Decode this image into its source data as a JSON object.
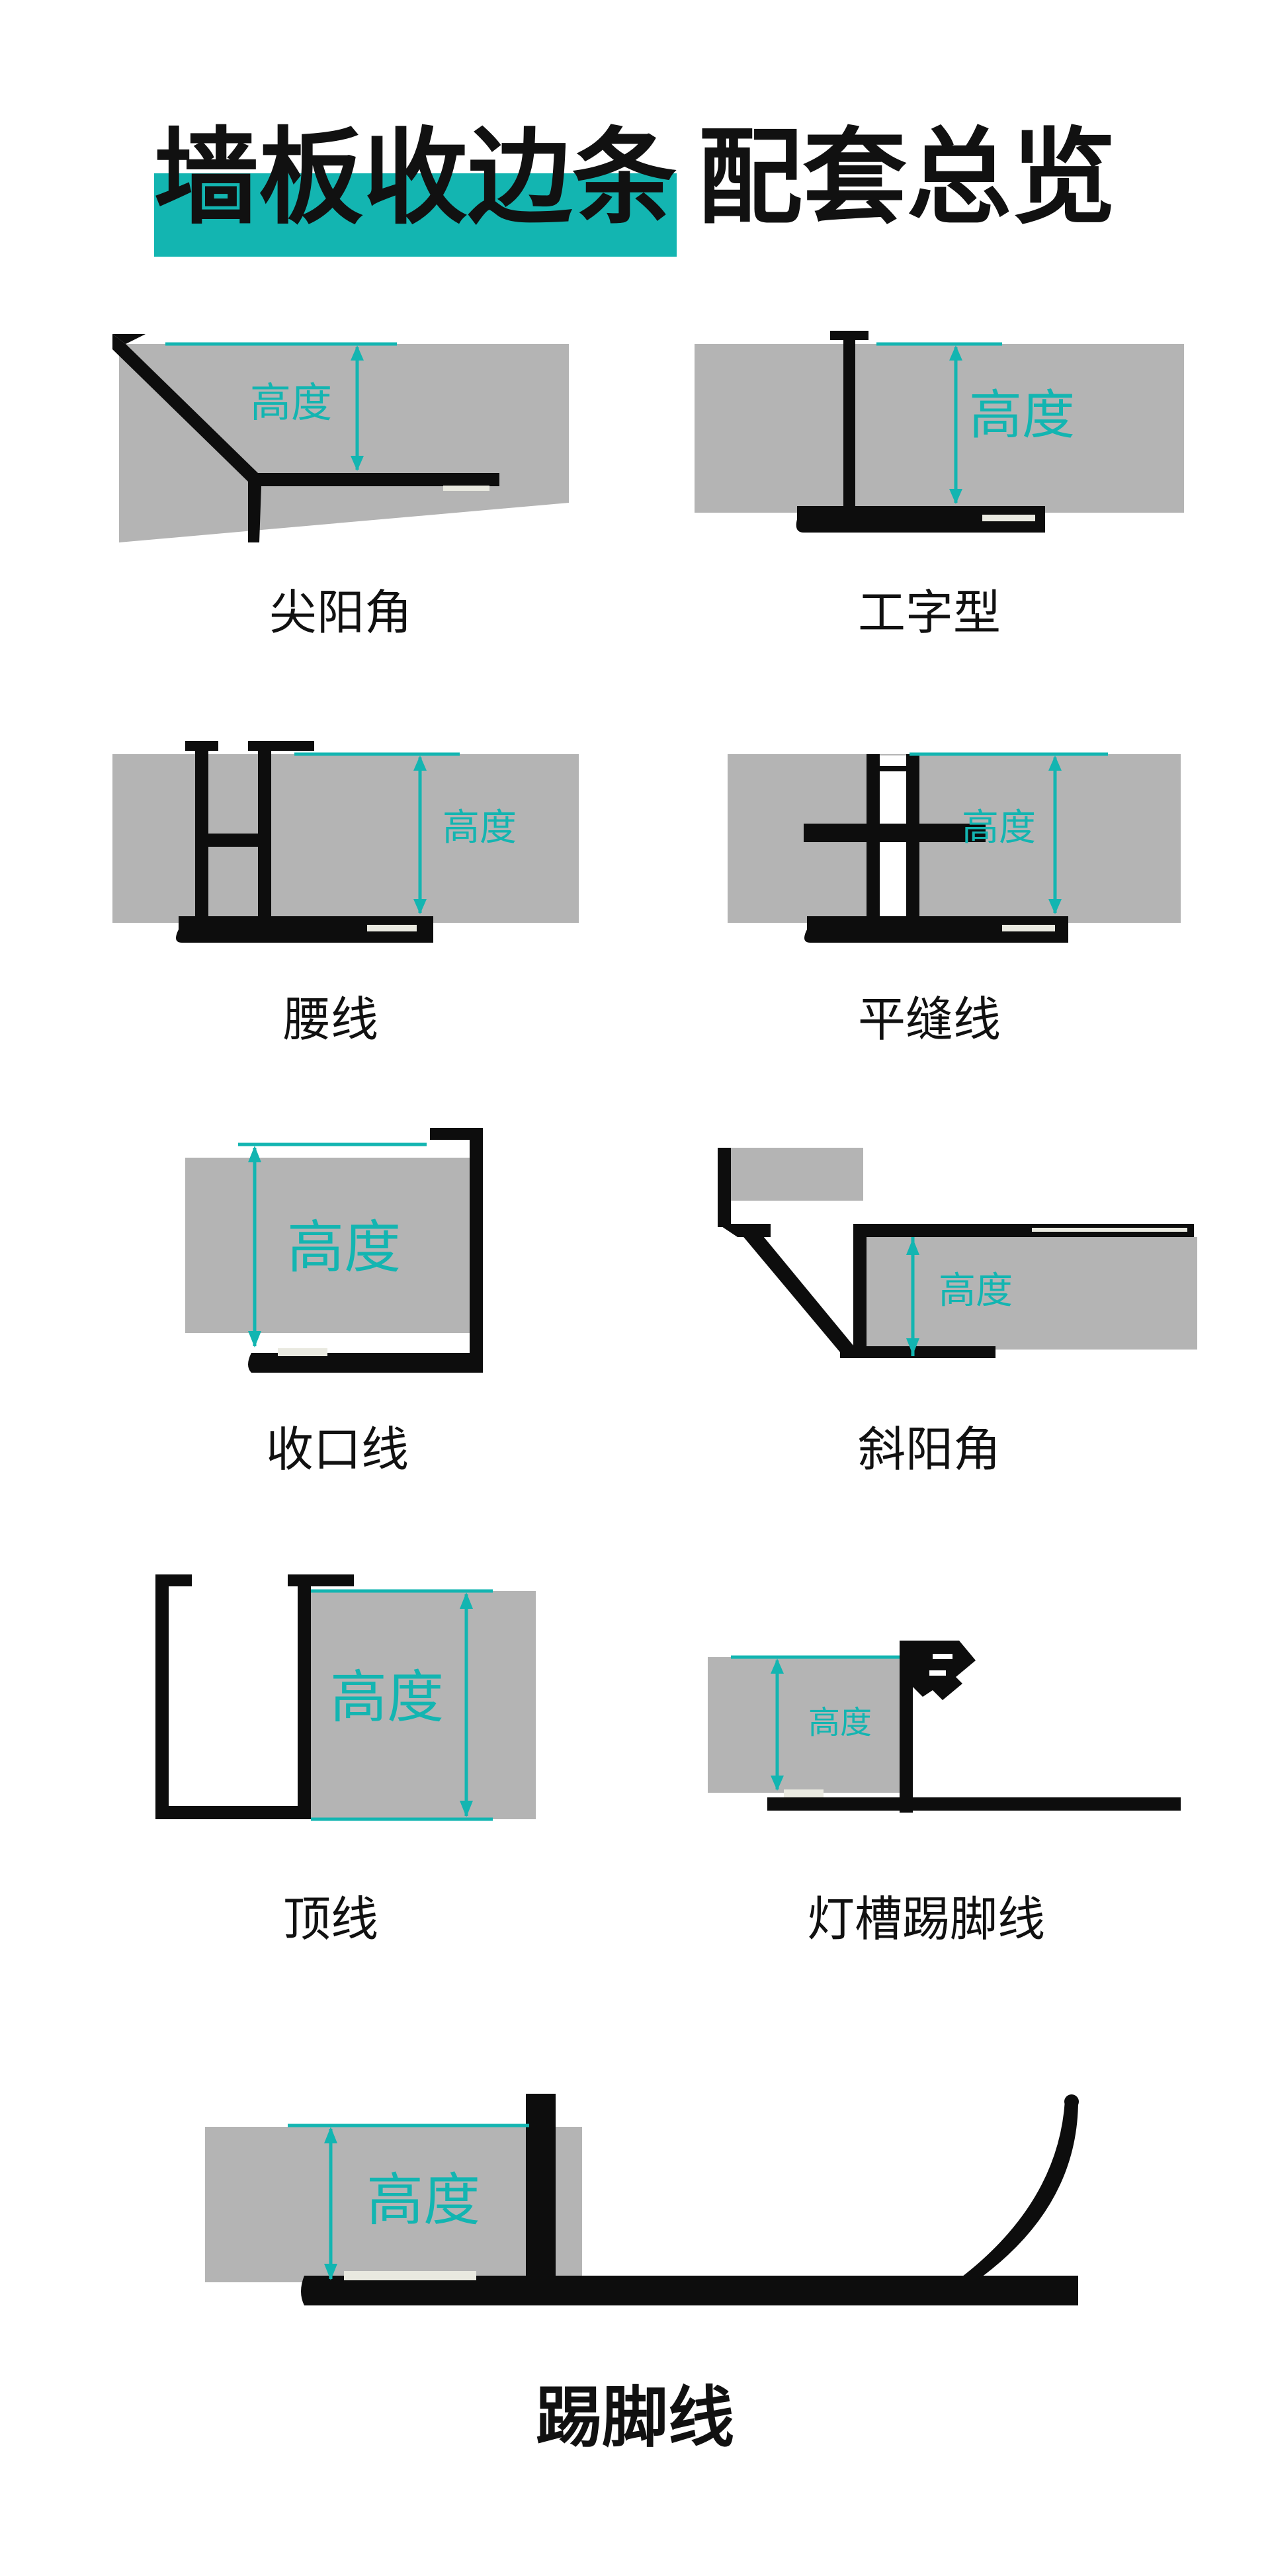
{
  "title": {
    "part1": "墙板收边条",
    "part2": "配套总览"
  },
  "height_label": "高度",
  "colors": {
    "accent": "#13b5b1",
    "panel": "#b4b4b4",
    "profile": "#0d0d0d",
    "text": "#111111"
  },
  "items": [
    {
      "name": "尖阳角"
    },
    {
      "name": "工字型"
    },
    {
      "name": "腰线"
    },
    {
      "name": "平缝线"
    },
    {
      "name": "收口线"
    },
    {
      "name": "斜阳角"
    },
    {
      "name": "顶线"
    },
    {
      "name": "灯槽踢脚线"
    },
    {
      "name": "踢脚线"
    }
  ]
}
